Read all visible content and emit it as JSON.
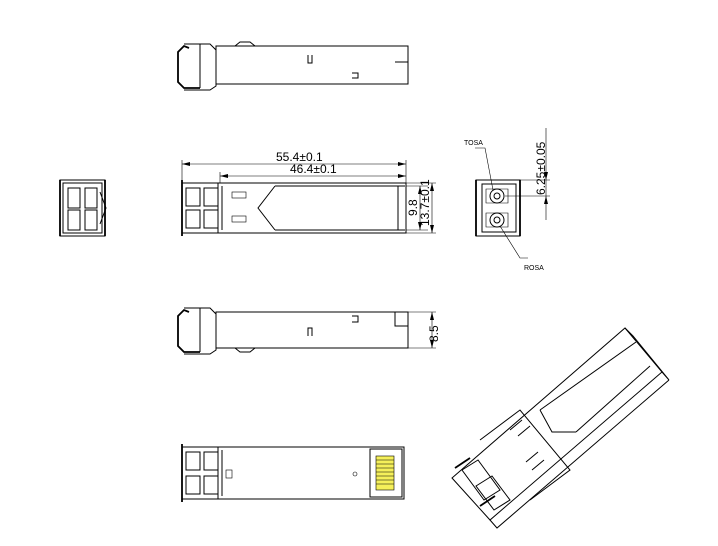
{
  "dimensions": {
    "overall_length": "55.4±0.1",
    "body_length": "46.4±0.1",
    "port_spacing": "9.8",
    "body_width": "13.7±0.1",
    "port_offset": "6.25±0.05",
    "body_height": "8.5"
  },
  "callouts": {
    "tosa": "TOSA",
    "rosa": "ROSA"
  },
  "colors": {
    "line": "#000000",
    "background": "#ffffff",
    "pcb_contacts": "#f5f05a"
  }
}
